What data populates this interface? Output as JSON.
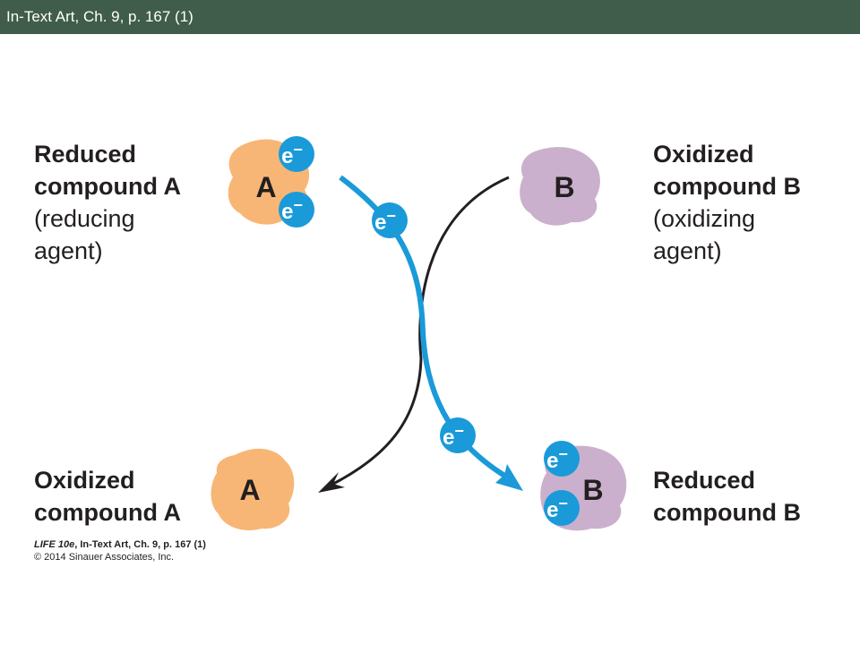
{
  "header": {
    "title": "In-Text Art, Ch. 9, p. 167 (1)"
  },
  "labels": {
    "reduced_a": [
      "Reduced",
      "compound A",
      "(reducing",
      "agent)"
    ],
    "oxidized_b": [
      "Oxidized",
      "compound B",
      "(oxidizing",
      "agent)"
    ],
    "oxidized_a": [
      "Oxidized",
      "compound A"
    ],
    "reduced_b": [
      "Reduced",
      "compound B"
    ]
  },
  "compounds": {
    "a_letter": "A",
    "b_letter": "B"
  },
  "electron": {
    "symbol": "e",
    "charge": "−"
  },
  "credit": {
    "book": "LIFE 10e",
    "source": ", In-Text Art, Ch. 9, p. 167 (1)",
    "copyright": "© 2014 Sinauer Associates, Inc."
  },
  "colors": {
    "title_bar": "#3f5d4a",
    "compound_a": "#f8b676",
    "compound_b": "#cbb0cd",
    "electron": "#1a9ad9",
    "arrow_black": "#231f20"
  }
}
